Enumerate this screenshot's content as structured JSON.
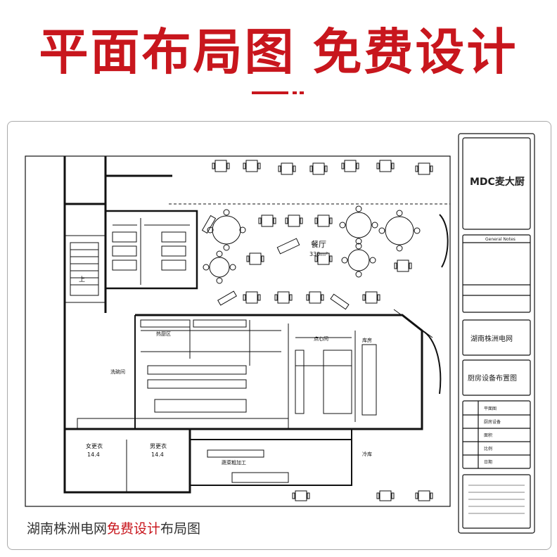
{
  "banner": {
    "title_left": "平面布局图",
    "title_right": "免费设计"
  },
  "caption": {
    "part1": "湖南株洲电网",
    "part2": "免费设计",
    "part3": "布局图"
  },
  "colors": {
    "accent": "#c8161d",
    "line": "#111111"
  },
  "plan": {
    "rooms": {
      "dining_hall": "餐厅",
      "dining_area": "330m²",
      "stairs_up": "上",
      "locker_female": "女更衣",
      "locker_female_area": "14.4",
      "locker_male": "男更衣",
      "locker_male_area": "14.4",
      "cold_room": "冷库",
      "dish_room": "洗碗间",
      "main_kitchen": "热厨区",
      "pastry": "点心间",
      "veg_processing": "蔬菜粗加工",
      "warehouse": "库房"
    }
  },
  "title_block": {
    "logo_text": "MDC麦大厨",
    "notes_header": "General Notes",
    "client": "湖南株洲电网",
    "drawing_title": "厨房设备布置图",
    "table_values": [
      "平面图",
      "厨房设备",
      "面积",
      "比例",
      "日期"
    ]
  }
}
